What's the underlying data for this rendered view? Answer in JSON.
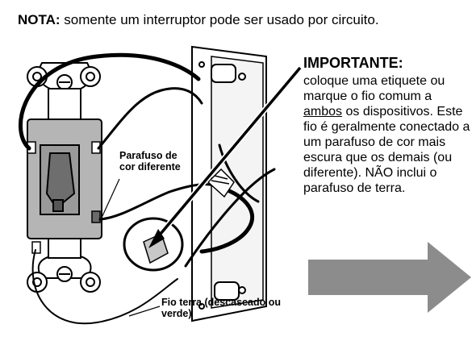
{
  "note": {
    "prefix": "NOTA:",
    "text": " somente um interruptor pode ser usado por circuito."
  },
  "important": {
    "title": "IMPORTANTE:",
    "text_before": "coloque uma etiquete ou marque o fio comum a ",
    "underlined": "ambos",
    "text_after": " os dispositivos. Este fio é geralmente conectado a um parafuso de cor mais escura que os demais (ou diferente). NÃO inclui o parafuso de terra."
  },
  "labels": {
    "screw": "Parafuso de cor diferente",
    "ground": "Fio terra (descascado ou verde)"
  },
  "colors": {
    "arrow_gray": "#8c8c8c",
    "switch_gray": "#b0b0b0",
    "toggle_gray": "#6e6e6e"
  }
}
